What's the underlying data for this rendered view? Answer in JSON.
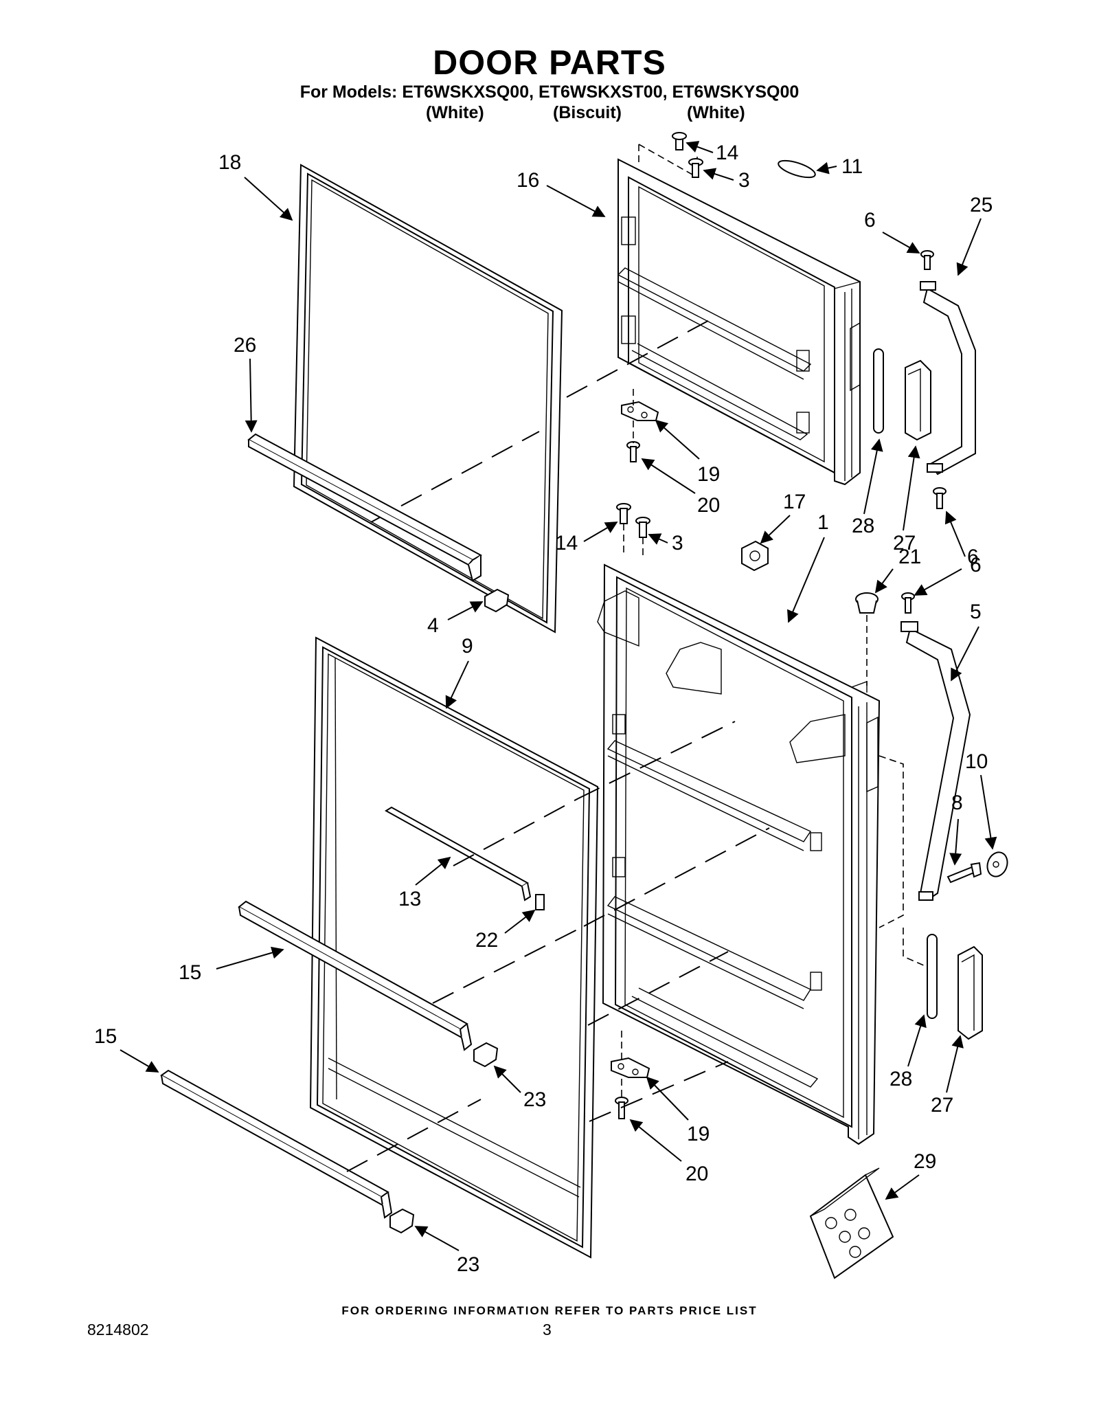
{
  "header": {
    "title": "DOOR PARTS",
    "models_line": "For Models: ET6WSKXSQ00, ET6WSKXST00, ET6WSKYSQ00",
    "colors": [
      "(White)",
      "(Biscuit)",
      "(White)"
    ]
  },
  "callouts": {
    "freezer_door": {
      "c18": "18",
      "c16": "16",
      "c14": "14",
      "c3": "3",
      "c11": "11",
      "c6": "6",
      "c25": "25",
      "c26": "26",
      "c19": "19",
      "c20": "20",
      "c28": "28",
      "c27": "27",
      "c6b": "6"
    },
    "fresh_food_door": {
      "c17": "17",
      "c1": "1",
      "c14": "14",
      "c3": "3",
      "c21": "21",
      "c6": "6",
      "c4": "4",
      "c9": "9",
      "c5": "5",
      "c10": "10",
      "c8": "8",
      "c13": "13",
      "c22": "22",
      "c15a": "15",
      "c15b": "15",
      "c28": "28",
      "c27": "27",
      "c23a": "23",
      "c19": "19",
      "c20": "20",
      "c29": "29",
      "c23b": "23"
    }
  },
  "footer": {
    "ordering_note": "FOR ORDERING INFORMATION REFER TO PARTS PRICE LIST",
    "doc_number": "8214802",
    "page_number": "3"
  }
}
